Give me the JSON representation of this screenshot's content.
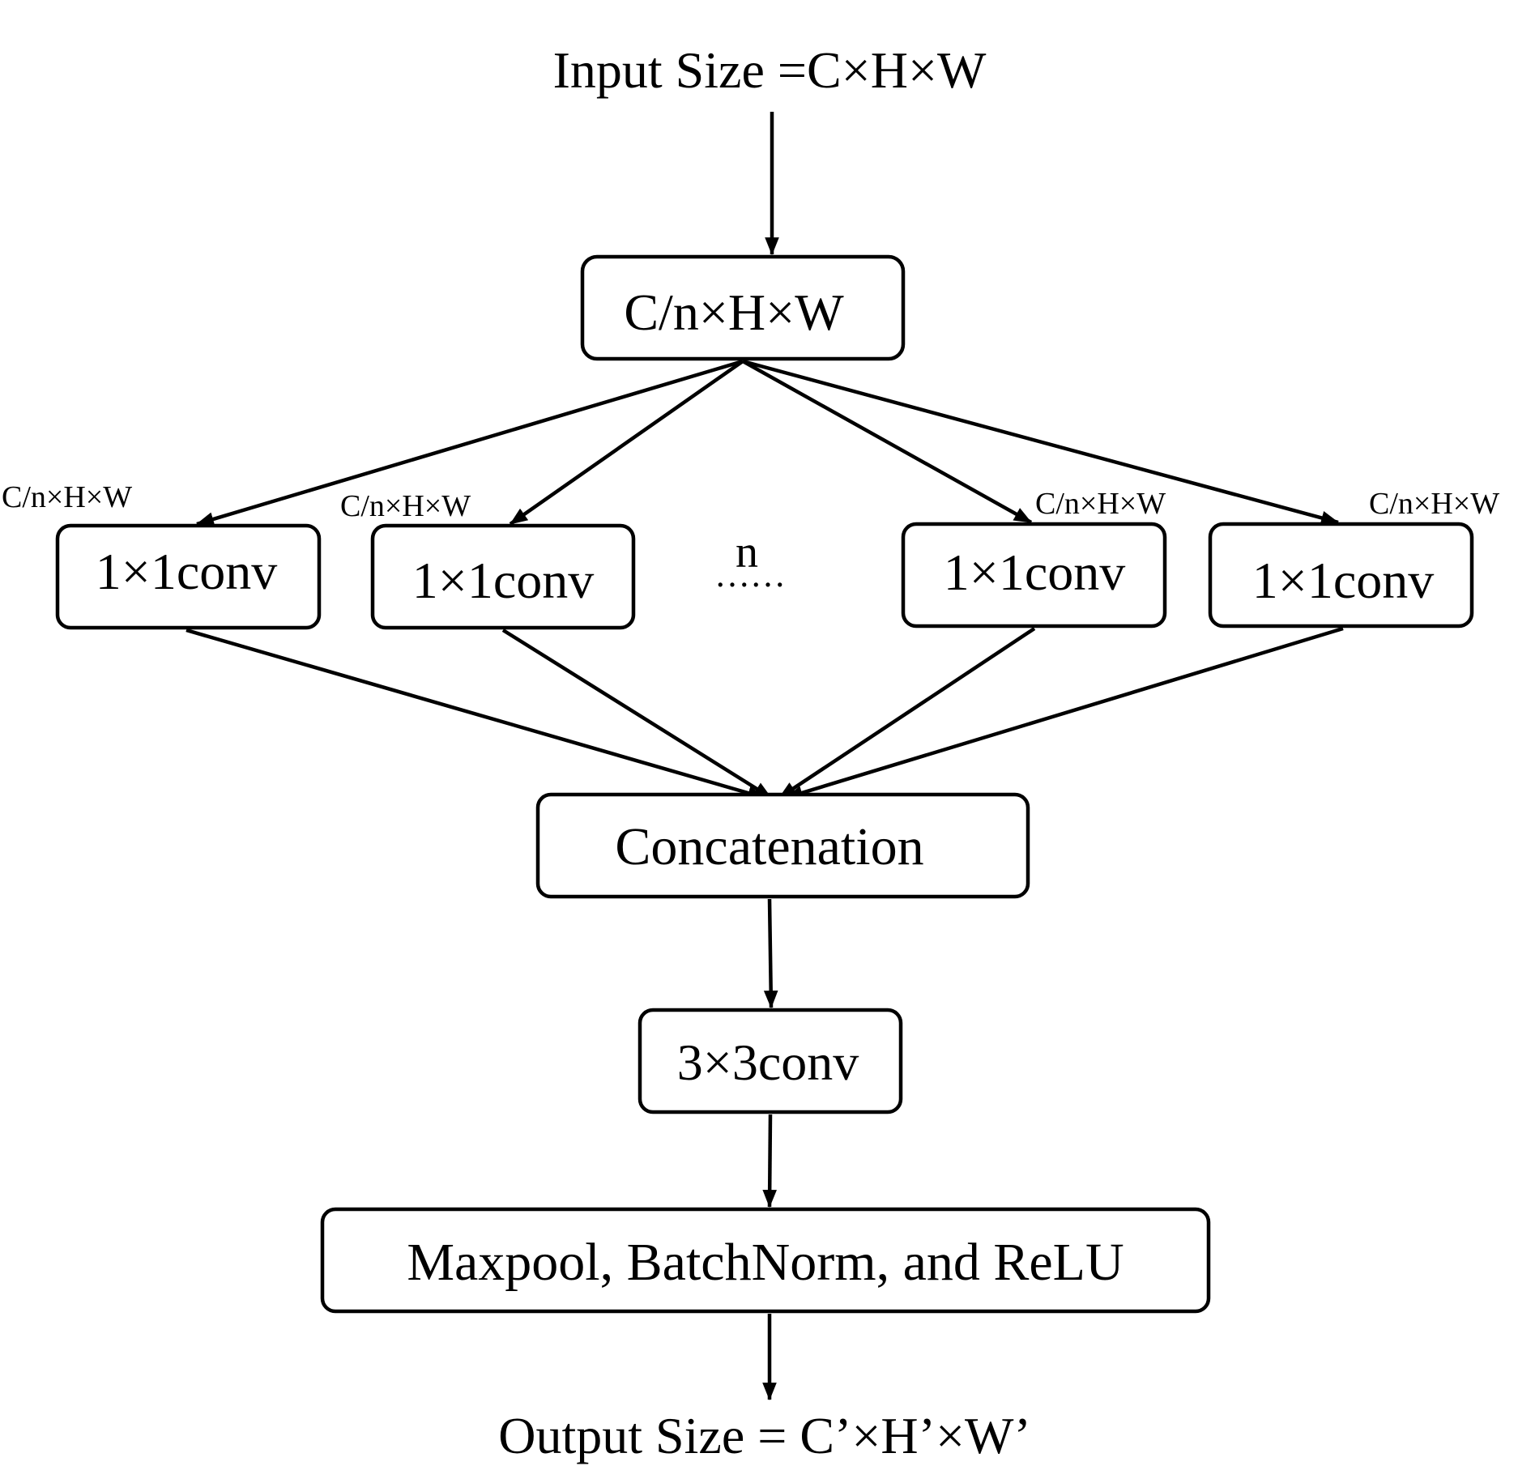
{
  "input_label": "Input Size =C×H×W",
  "split_box": "C/n×H×W",
  "branch_labels": [
    "C/n×H×W",
    "C/n×H×W",
    "C/n×H×W",
    "C/n×H×W"
  ],
  "branch_boxes": [
    "1×1conv",
    "1×1conv",
    "1×1conv",
    "1×1conv"
  ],
  "ellipsis_label": "n",
  "ellipsis": "……",
  "concat_box": "Concatenation",
  "conv3_box": "3×3conv",
  "final_box": "Maxpool, BatchNorm, and ReLU",
  "output_label": "Output Size = C’×H’×W’"
}
